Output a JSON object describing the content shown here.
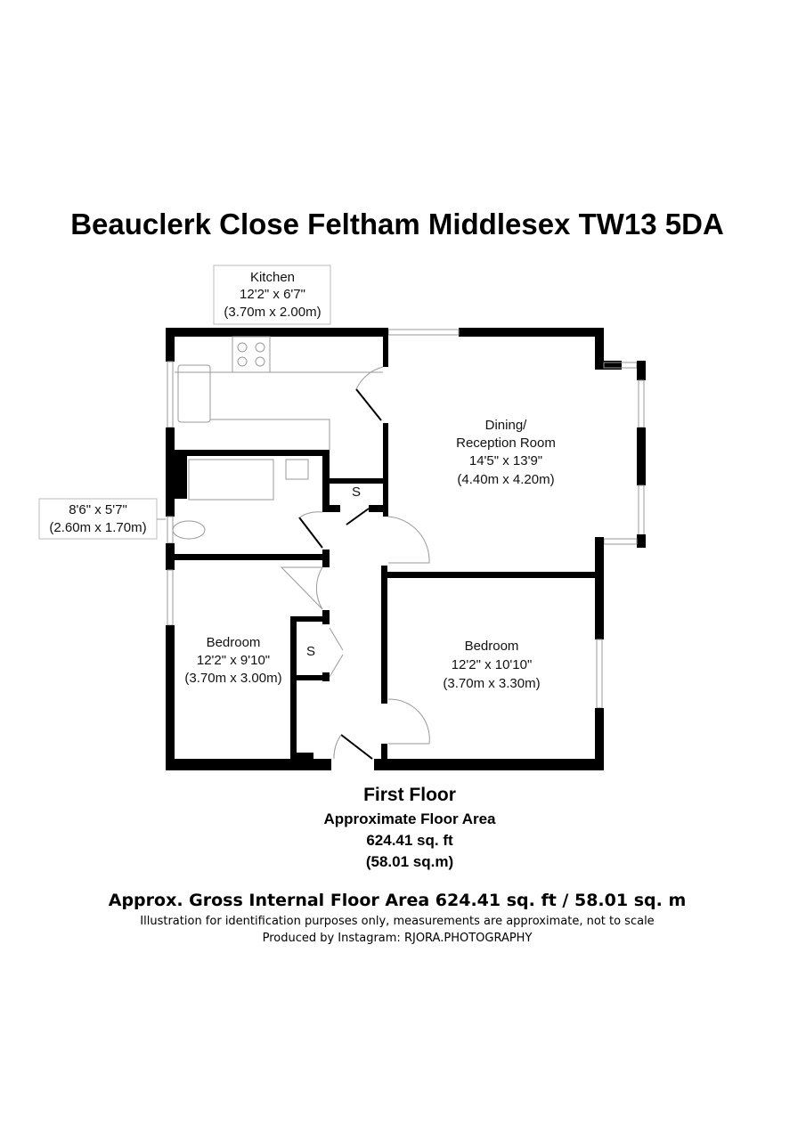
{
  "title": "Beauclerk Close  Feltham  Middlesex  TW13 5DA",
  "rooms": {
    "kitchen": {
      "name": "Kitchen",
      "imperial": "12'2\" x 6'7\"",
      "metric": "(3.70m x 2.00m)"
    },
    "dining": {
      "name1": "Dining/",
      "name2": "Reception Room",
      "imperial": "14'5\" x 13'9\"",
      "metric": "(4.40m x 4.20m)"
    },
    "bathroom": {
      "imperial": "8'6\" x 5'7\"",
      "metric": "(2.60m x 1.70m)"
    },
    "bedroom1": {
      "name": "Bedroom",
      "imperial": "12'2\" x 9'10\"",
      "metric": "(3.70m x 3.00m)"
    },
    "bedroom2": {
      "name": "Bedroom",
      "imperial": "12'2\" x 10'10\"",
      "metric": "(3.70m x 3.30m)"
    },
    "storage_label": "S"
  },
  "floor": {
    "name": "First Floor",
    "area_label": "Approximate Floor Area",
    "area_sqft": "624.41 sq. ft",
    "area_sqm": "(58.01 sq.m)"
  },
  "footer": {
    "gross": "Approx. Gross Internal Floor Area 624.41 sq. ft / 58.01 sq. m",
    "disclaimer": "Illustration for identification purposes only, measurements are approximate, not to scale",
    "credit": "Produced by Instagram: RJORA.PHOTOGRAPHY"
  }
}
